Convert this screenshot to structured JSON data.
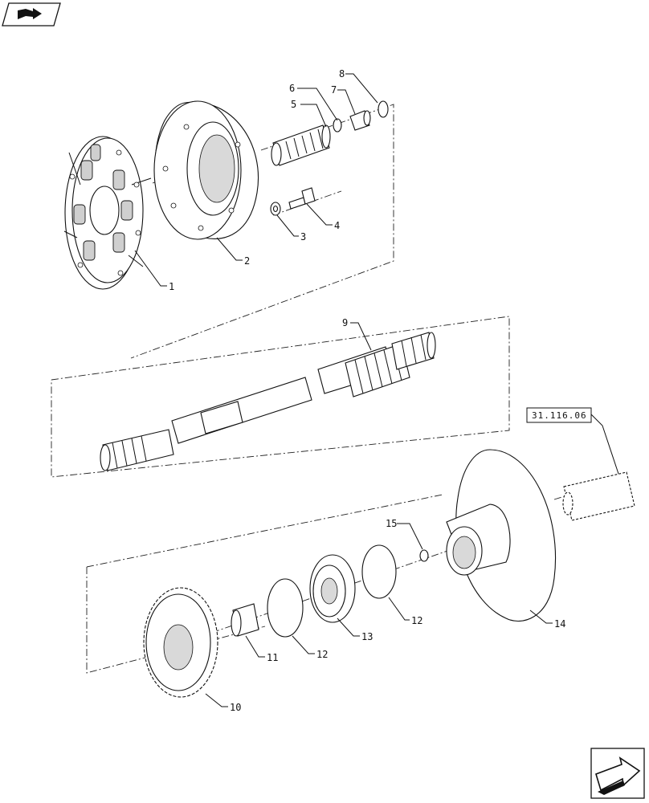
{
  "icons": {
    "top_left": "book-arrow-icon",
    "bottom_right": "page-navigate-arrow-icon"
  },
  "reference": {
    "label": "31.116.06"
  },
  "callouts": [
    {
      "number": "1",
      "part": "torsional-damper"
    },
    {
      "number": "2",
      "part": "flywheel-housing"
    },
    {
      "number": "3",
      "part": "washer"
    },
    {
      "number": "4",
      "part": "bolt"
    },
    {
      "number": "5",
      "part": "splined-shaft-short"
    },
    {
      "number": "6",
      "part": "snap-ring"
    },
    {
      "number": "7",
      "part": "bushing"
    },
    {
      "number": "8",
      "part": "o-ring"
    },
    {
      "number": "9",
      "part": "pto-shaft"
    },
    {
      "number": "10",
      "part": "gear"
    },
    {
      "number": "11",
      "part": "spacer"
    },
    {
      "number": "12",
      "part": "circlip"
    },
    {
      "number": "13",
      "part": "bearing"
    },
    {
      "number": "12",
      "part": "circlip"
    },
    {
      "number": "14",
      "part": "drive-flange"
    },
    {
      "number": "15",
      "part": "retaining-ring"
    }
  ]
}
